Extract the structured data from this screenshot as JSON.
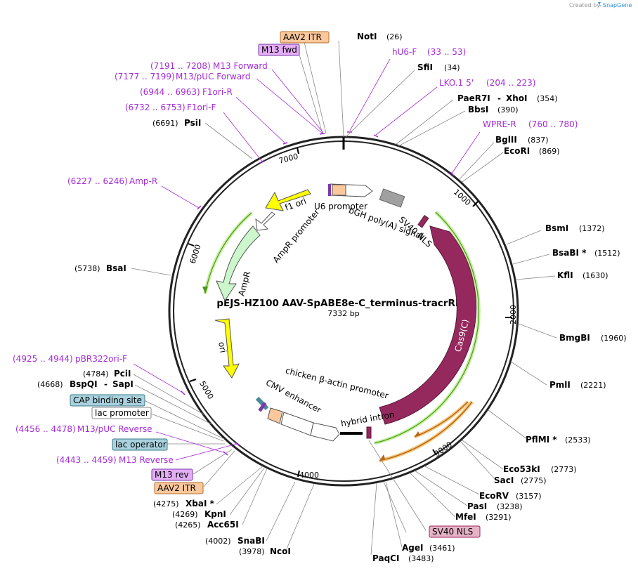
{
  "credit": {
    "text": "Created by",
    "brand": "SnapGene"
  },
  "plasmid": {
    "name": "pEJS-HZ100 AAV-SpABE8e-C_terminus-tracrRNA",
    "size_label": "7332 bp"
  },
  "ticks": [
    "1000",
    "2000",
    "3000",
    "4000",
    "5000",
    "6000",
    "7000"
  ],
  "colors": {
    "primer": "#a52bd9",
    "itr": "#fbc89c",
    "m13": "#e3aef5",
    "regulatory": "#a9d2de",
    "cas9": "#95295e",
    "ori": "#ffff00",
    "ampr": "#ccf7cc",
    "orf_glow": "#c9f0a2",
    "orange_glow": "#f4c77a"
  },
  "restriction_sites": [
    {
      "name": "NotI",
      "pos": "(26)"
    },
    {
      "name": "SfiI",
      "pos": "(34)"
    },
    {
      "name": "PaeR7I",
      "sep": "-",
      "name2": "XhoI",
      "pos": "(354)"
    },
    {
      "name": "BbsI",
      "pos": "(390)"
    },
    {
      "name": "BglII",
      "pos": "(837)"
    },
    {
      "name": "EcoRI",
      "pos": "(869)"
    },
    {
      "name": "BsmI",
      "pos": "(1372)"
    },
    {
      "name": "BsaBI *",
      "pos": "(1512)"
    },
    {
      "name": "KflI",
      "pos": "(1630)"
    },
    {
      "name": "BmgBI",
      "pos": "(1960)"
    },
    {
      "name": "PmlI",
      "pos": "(2221)"
    },
    {
      "name": "PflMI *",
      "pos": "(2533)"
    },
    {
      "name": "Eco53kI",
      "pos": "(2773)"
    },
    {
      "name": "SacI",
      "pos": "(2775)"
    },
    {
      "name": "EcoRV",
      "pos": "(3157)"
    },
    {
      "name": "PasI",
      "pos": "(3238)"
    },
    {
      "name": "MfeI",
      "pos": "(3291)"
    },
    {
      "name": "AgeI",
      "pos": "(3461)"
    },
    {
      "name": "PaqCI",
      "pos": "(3483)"
    },
    {
      "name": "NcoI",
      "pos": "(3978)"
    },
    {
      "name": "SnaBI",
      "pos": "(4002)"
    },
    {
      "name": "Acc65I",
      "pos": "(4265)"
    },
    {
      "name": "KpnI",
      "pos": "(4269)"
    },
    {
      "name": "XbaI *",
      "pos": "(4275)"
    },
    {
      "name": "BspQI",
      "sep": "-",
      "name2": "SapI",
      "pos": "(4668)"
    },
    {
      "name": "PciI",
      "pos": "(4784)"
    },
    {
      "name": "BsaI",
      "pos": "(5738)"
    },
    {
      "name": "PsiI",
      "pos": "(6691)"
    }
  ],
  "primers": [
    {
      "name": "hU6-F",
      "range": "(33 .. 53)"
    },
    {
      "name": "LKO.1 5'",
      "range": "(204 .. 223)"
    },
    {
      "name": "WPRE-R",
      "range": "(760 .. 780)"
    },
    {
      "name": "Amp-R",
      "range": "(6227 .. 6246)"
    },
    {
      "name": "F1ori-F",
      "range": "(6732 .. 6753)"
    },
    {
      "name": "F1ori-R",
      "range": "(6944 .. 6963)"
    },
    {
      "name": "M13/pUC Forward",
      "range": "(7177 .. 7199)"
    },
    {
      "name": "M13 Forward",
      "range": "(7191 .. 7208)"
    },
    {
      "name": "pBR322ori-F",
      "range": "(4925 .. 4944)"
    },
    {
      "name": "M13/pUC Reverse",
      "range": "(4456 .. 4478)"
    },
    {
      "name": "M13 Reverse",
      "range": "(4443 .. 4459)"
    }
  ],
  "boxed_labels": [
    {
      "name": "AAV2 ITR"
    },
    {
      "name": "M13 fwd"
    },
    {
      "name": "CAP binding site"
    },
    {
      "name": "lac promoter"
    },
    {
      "name": "lac operator"
    },
    {
      "name": "M13 rev"
    },
    {
      "name": "AAV2 ITR"
    },
    {
      "name": "SV40 NLS"
    }
  ],
  "features": {
    "u6_promoter": "U6 promoter",
    "bgh_polya": "bGH poly(A) signal",
    "sv40_nls": "SV40 NLS",
    "cas9": "Cas9(C)",
    "f1_ori": "f1 ori",
    "ampr_promoter": "AmpR promoter",
    "ampr": "AmpR",
    "ori": "ori",
    "cmv_enhancer": "CMV enhancer",
    "cba_promoter": "chicken β-actin promoter",
    "hybrid_intron": "hybrid intron"
  }
}
